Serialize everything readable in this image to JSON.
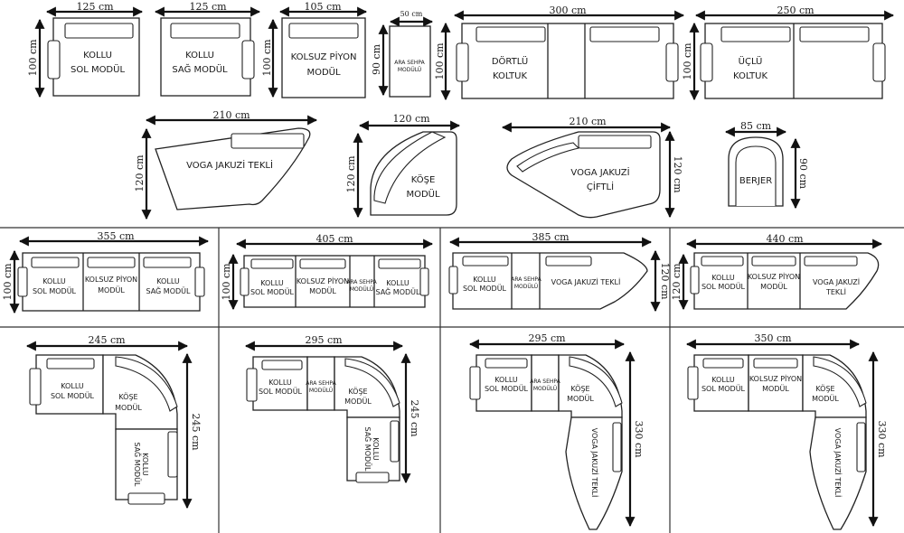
{
  "units": {
    "kollu_sol": {
      "label1": "KOLLU",
      "label2": "SOL MODÜL",
      "w": "125 cm",
      "h": "100 cm"
    },
    "kollu_sag": {
      "label1": "KOLLU",
      "label2": "SAĞ MODÜL",
      "w": "125 cm"
    },
    "kolsuz": {
      "label1": "KOLSUZ PİYON",
      "label2": "MODÜL",
      "w": "105 cm",
      "h": "100 cm"
    },
    "sehpa": {
      "label1": "ARA SEHPA",
      "label2": "MODÜLÜ",
      "w": "50 cm",
      "h": "90 cm"
    },
    "dortlu": {
      "label1": "DÖRTLÜ",
      "label2": "KOLTUK",
      "w": "300 cm",
      "h": "100 cm"
    },
    "uclu": {
      "label1": "ÜÇLÜ",
      "label2": "KOLTUK",
      "w": "250 cm",
      "h": "100 cm"
    },
    "voga_tekli": {
      "label": "VOGA JAKUZİ TEKLİ",
      "w": "210 cm",
      "h": "120 cm"
    },
    "kose": {
      "label1": "KÖŞE",
      "label2": "MODÜL",
      "w": "120 cm",
      "h": "120 cm"
    },
    "voga_ciftli": {
      "label1": "VOGA JAKUZİ",
      "label2": "ÇİFTLİ",
      "w": "210 cm",
      "h": "120 cm"
    },
    "berjer": {
      "label": "BERJER",
      "w": "85 cm",
      "h": "90 cm"
    }
  },
  "combos": {
    "c1": {
      "w": "355 cm",
      "h": "100 cm",
      "a1": "KOLLU",
      "a2": "SOL MODÜL",
      "b1": "KOLSUZ PİYON",
      "b2": "MODÜL",
      "c1": "KOLLU",
      "c2": "SAĞ MODÜL"
    },
    "c2": {
      "w": "405 cm",
      "h": "100 cm",
      "a1": "KOLLU",
      "a2": "SOL MODÜL",
      "b1": "KOLSUZ PİYON",
      "b2": "MODÜL",
      "s1": "ARA SEHPA",
      "s2": "MODÜLÜ",
      "c1": "KOLLU",
      "c2": "SAĞ MODÜL"
    },
    "c3": {
      "w": "385 cm",
      "h": "120 cm",
      "a1": "KOLLU",
      "a2": "SOL MODÜL",
      "s1": "ARA SEHPA",
      "s2": "MODÜLÜ",
      "v": "VOGA JAKUZİ TEKLİ"
    },
    "c4": {
      "w": "440 cm",
      "h": "120 cm",
      "a1": "KOLLU",
      "a2": "SOL MODÜL",
      "b1": "KOLSUZ PİYON",
      "b2": "MODÜL",
      "v1": "VOGA JAKUZİ",
      "v2": "TEKLİ"
    },
    "c5": {
      "w": "245 cm",
      "h": "245 cm",
      "a1": "KOLLU",
      "a2": "SOL MODÜL",
      "k1": "KÖŞE",
      "k2": "MODÜL",
      "r1": "KOLLU",
      "r2": "SAĞ MODÜL"
    },
    "c6": {
      "w": "295 cm",
      "h": "245 cm",
      "a1": "KOLLU",
      "a2": "SOL MODÜL",
      "s1": "ARA SEHPA",
      "s2": "MODÜLÜ",
      "k1": "KÖŞE",
      "k2": "MODÜL",
      "r1": "KOLLU",
      "r2": "SAĞ MODÜL"
    },
    "c7": {
      "w": "295 cm",
      "h": "330 cm",
      "a1": "KOLLU",
      "a2": "SOL MODÜL",
      "s1": "ARA SEHPA",
      "s2": "MODÜLÜ",
      "k1": "KÖŞE",
      "k2": "MODÜL",
      "v": "VOGA JAKUZİ TEKLİ"
    },
    "c8": {
      "w": "350 cm",
      "h": "330 cm",
      "a1": "KOLLU",
      "a2": "SOL MODÜL",
      "b1": "KOLSUZ PİYON",
      "b2": "MODÜL",
      "k1": "KÖŞE",
      "k2": "MODÜL",
      "v": "VOGA JAKUZİ TEKLİ"
    }
  }
}
